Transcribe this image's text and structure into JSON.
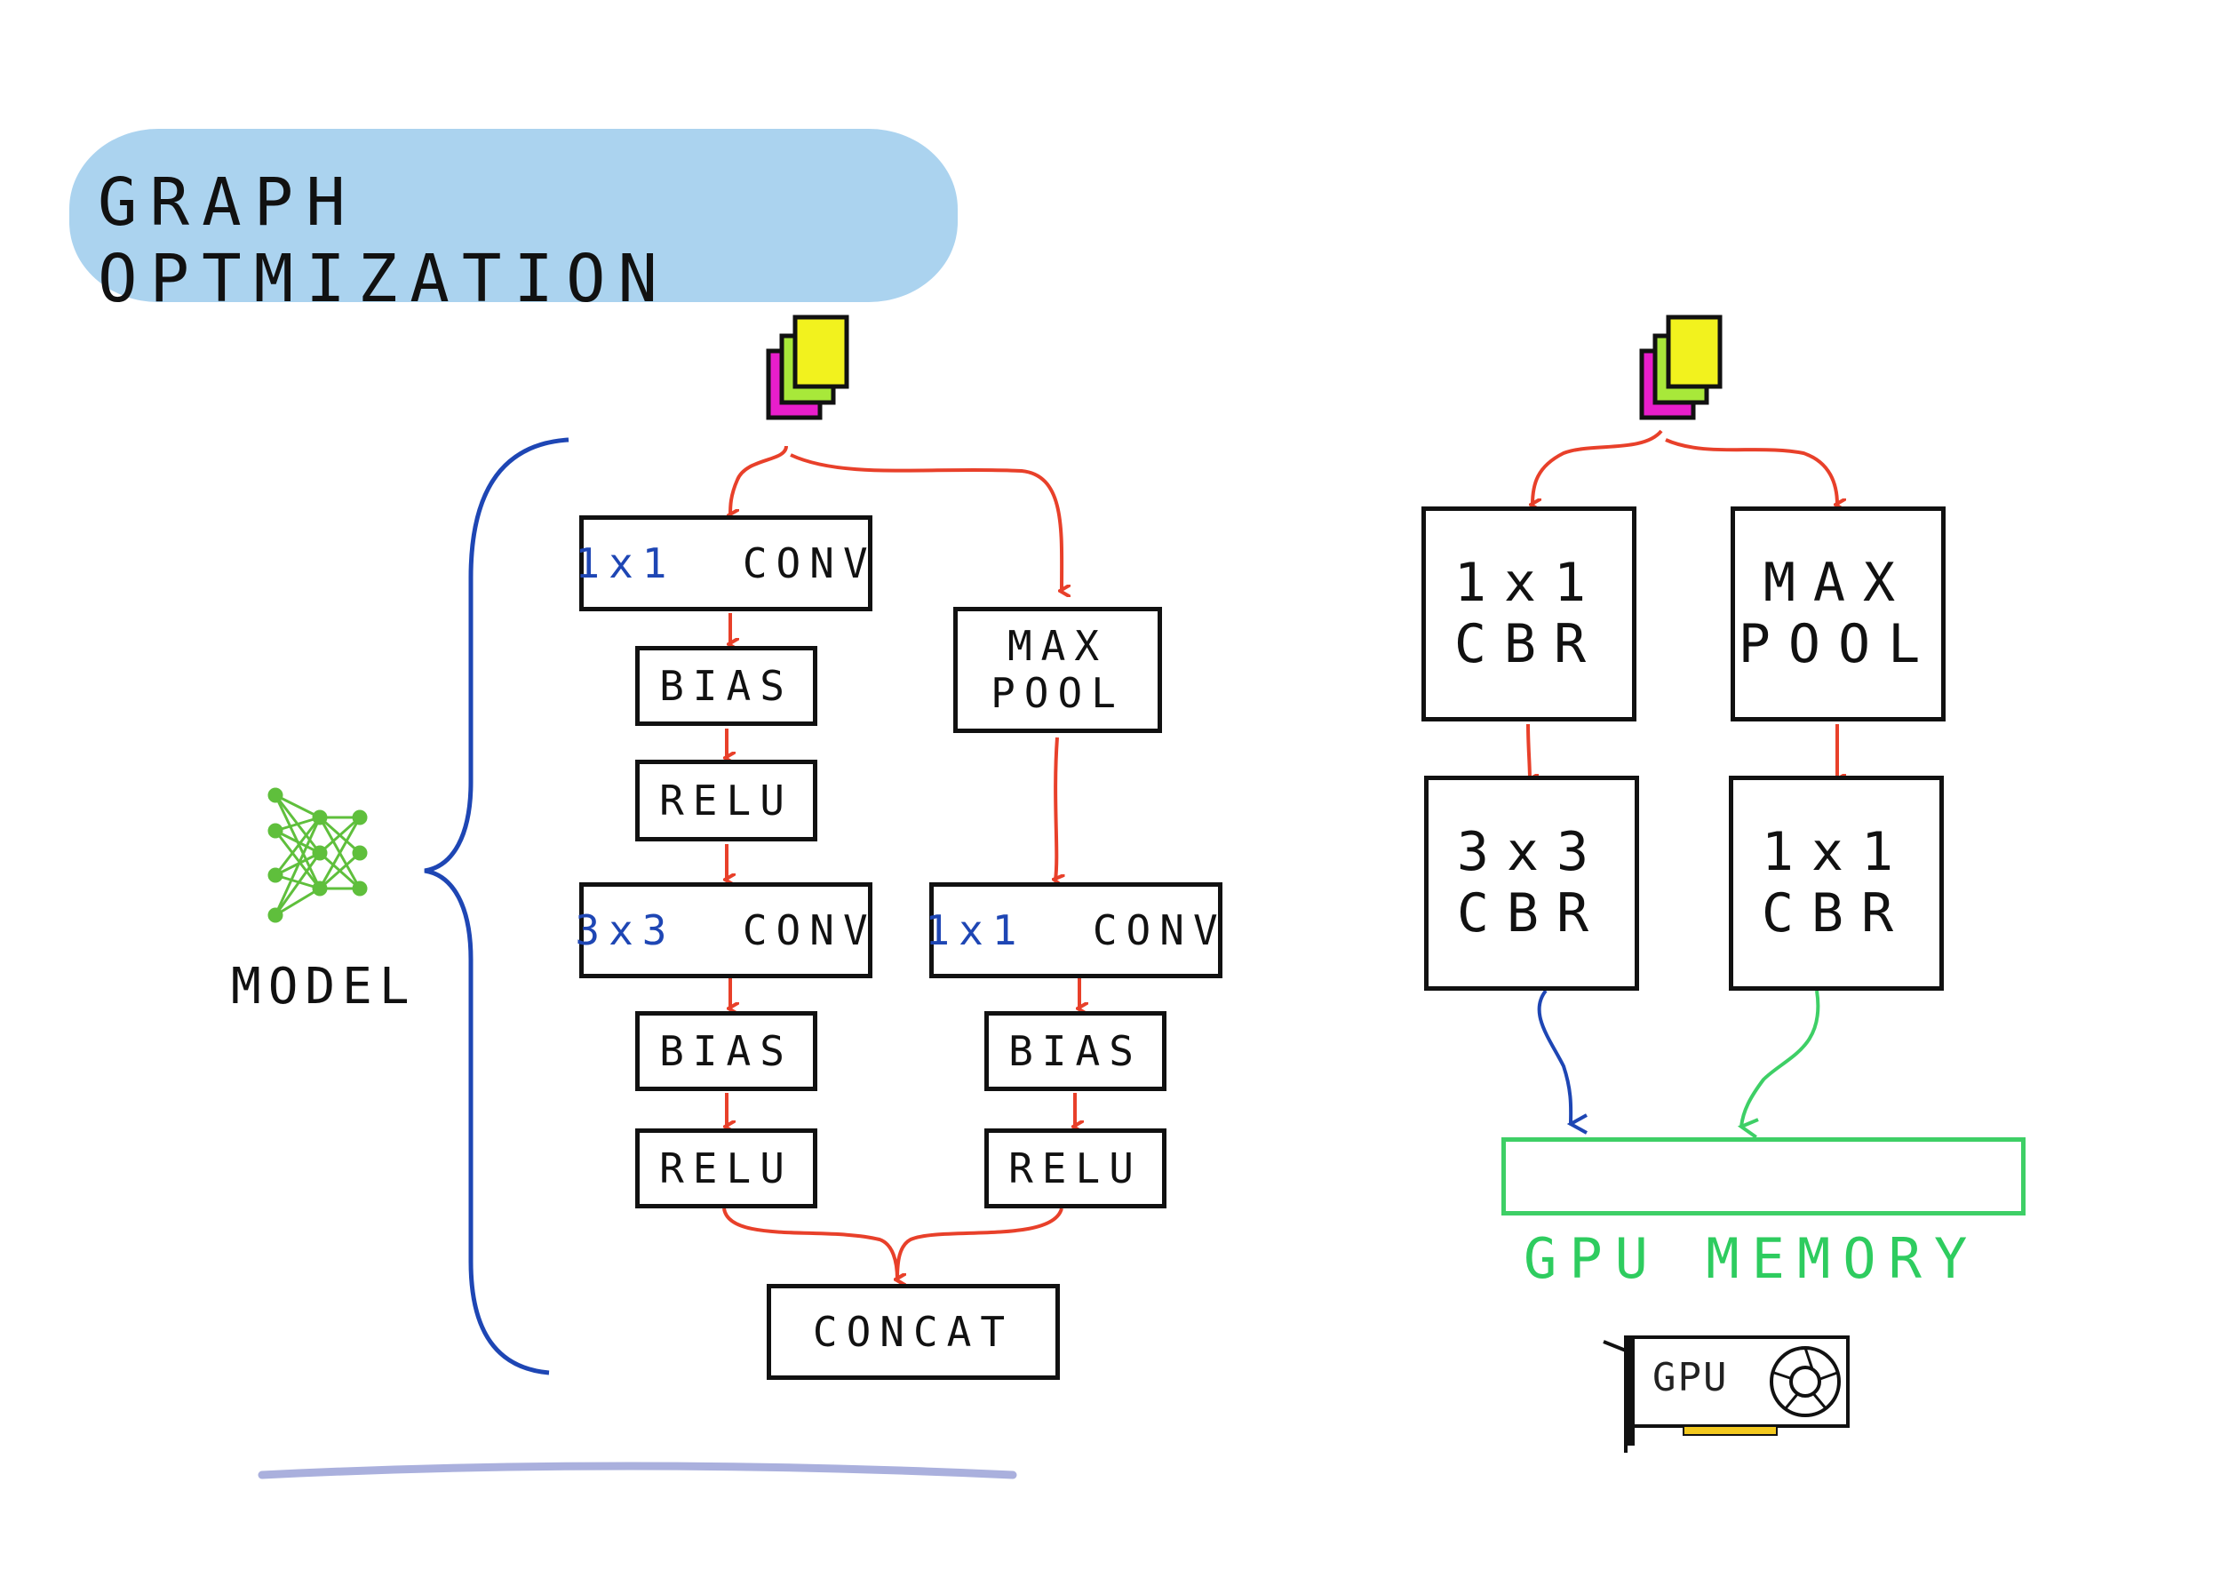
{
  "title": "GRAPH OPTMIZATION",
  "left_graph": {
    "conv1x1_prefix": "1x1",
    "conv1x1_suffix": "CONV",
    "bias_a": "BIAS",
    "relu_a": "RELU",
    "conv3x3_prefix": "3x3",
    "conv3x3_suffix": "CONV",
    "bias_b": "BIAS",
    "relu_b": "RELU",
    "maxpool": "MAX\nPOOL",
    "conv1x1b_prefix": "1x1",
    "conv1x1b_suffix": "CONV",
    "bias_c": "BIAS",
    "relu_c": "RELU",
    "concat": "CONCAT"
  },
  "model_label": "MODEL",
  "right_graph": {
    "cbr_1x1": "1x1\nCBR",
    "maxpool": "MAX\nPOOL",
    "cbr_3x3": "3x3\nCBR",
    "cbr_1x1b": "1x1\nCBR"
  },
  "gpu_memory_label": "GPU MEMORY",
  "gpu_card_label": "GPU",
  "colors": {
    "title_bg": "#abd3ef",
    "arrow_red": "#e8402a",
    "brace_blue": "#1e46b4",
    "memory_green": "#3ecf66",
    "text_blue": "#1e46b4",
    "network_green": "#5fbf3c",
    "stack_yellow": "#f2f21e",
    "stack_green": "#a8e83a",
    "stack_magenta": "#e81ecb"
  }
}
